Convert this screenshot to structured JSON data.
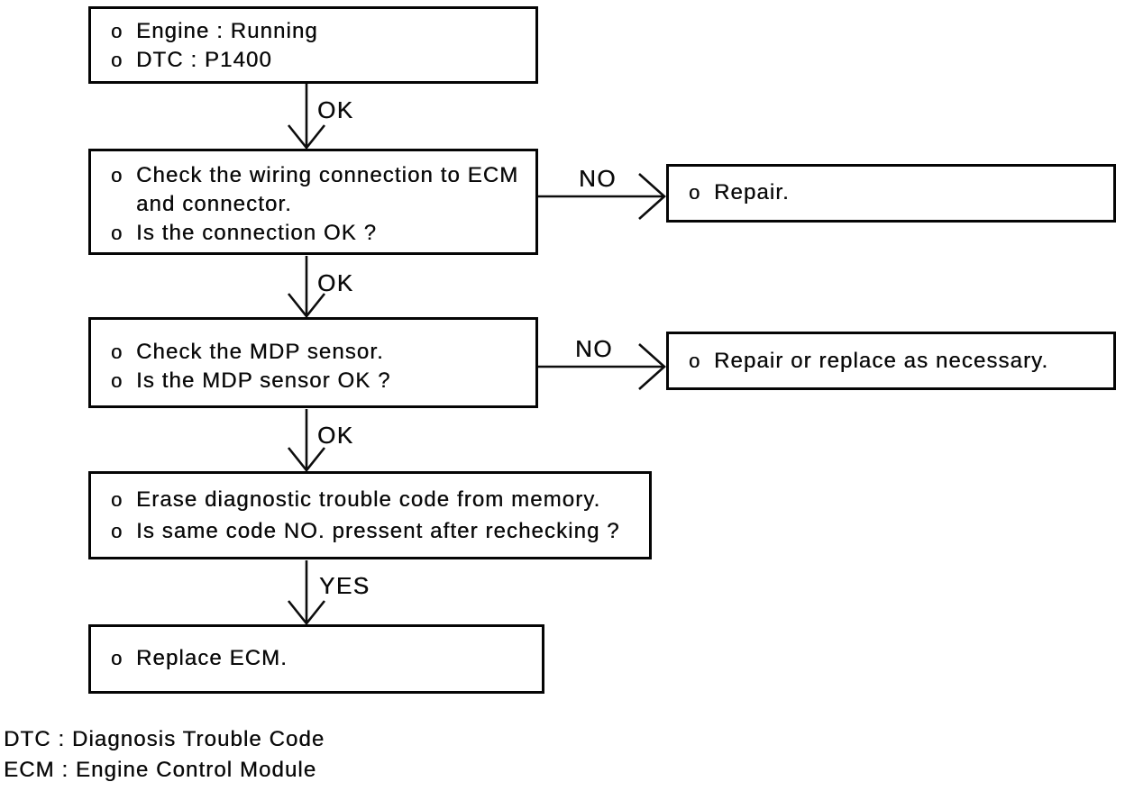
{
  "colors": {
    "ink": "#0a0a0a",
    "background": "#ffffff"
  },
  "boxes": {
    "start": {
      "items": [
        {
          "bullet": "o",
          "text": "Engine : Running"
        },
        {
          "bullet": "o",
          "text": "DTC : P1400"
        }
      ]
    },
    "check_wiring": {
      "items": [
        {
          "bullet": "o",
          "text": "Check the wiring connection to ECM and connector."
        },
        {
          "bullet": "o",
          "text": "Is the connection OK ?"
        }
      ]
    },
    "repair": {
      "items": [
        {
          "bullet": "o",
          "text": "Repair."
        }
      ]
    },
    "check_mdp": {
      "items": [
        {
          "bullet": "o",
          "text": "Check the MDP sensor."
        },
        {
          "bullet": "o",
          "text": "Is the MDP sensor OK ?"
        }
      ]
    },
    "repair_replace": {
      "items": [
        {
          "bullet": "o",
          "text": "Repair or replace as necessary."
        }
      ]
    },
    "erase_code": {
      "items": [
        {
          "bullet": "o",
          "text": "Erase diagnostic trouble code from memory."
        },
        {
          "bullet": "o",
          "text": "Is same code NO. pressent after rechecking ?"
        }
      ]
    },
    "replace_ecm": {
      "items": [
        {
          "bullet": "o",
          "text": "Replace ECM."
        }
      ]
    }
  },
  "connectors": {
    "ok1": "OK",
    "ok2": "OK",
    "ok3": "OK",
    "yes": "YES",
    "no1": "NO",
    "no2": "NO"
  },
  "legend": {
    "line1": "DTC : Diagnosis Trouble Code",
    "line2": "ECM : Engine Control Module"
  }
}
